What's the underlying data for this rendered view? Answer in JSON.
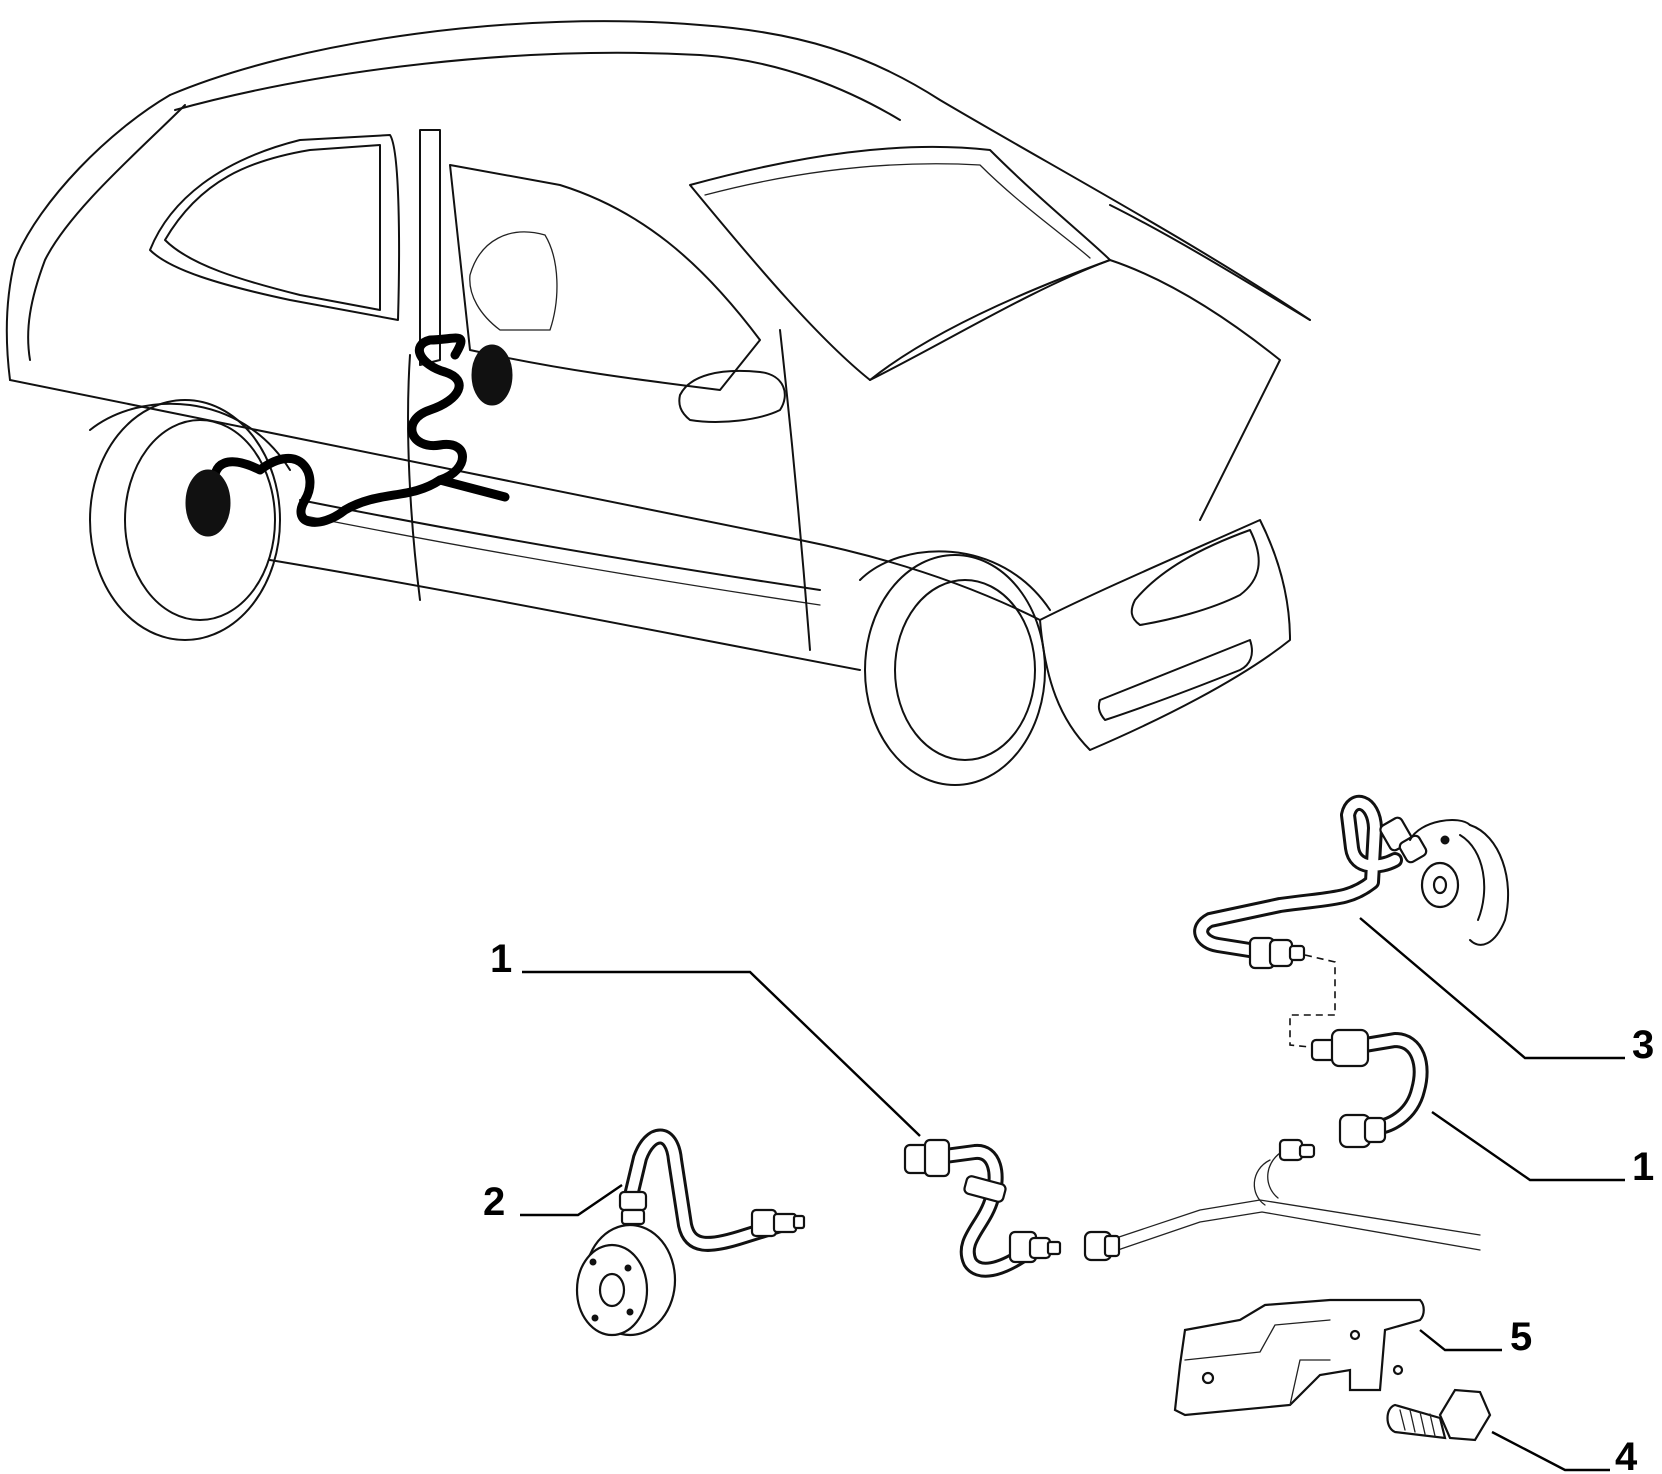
{
  "callouts": [
    {
      "id": "c1a",
      "label": "1"
    },
    {
      "id": "c1b",
      "label": "1"
    },
    {
      "id": "c2",
      "label": "2"
    },
    {
      "id": "c3",
      "label": "3"
    },
    {
      "id": "c4",
      "label": "4"
    },
    {
      "id": "c5",
      "label": "5"
    }
  ]
}
